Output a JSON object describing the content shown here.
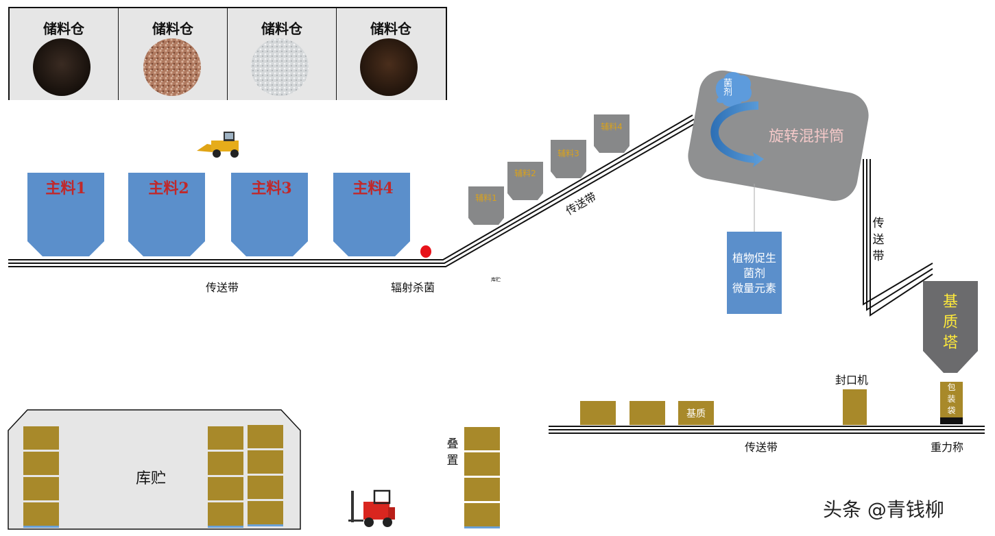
{
  "colors": {
    "blue_bin": "#5b8fcb",
    "gray_bin": "#878889",
    "drum": "#8f9091",
    "box": "#a8892a",
    "belt": "#111111",
    "red_label": "#c0282a",
    "aux_label": "#d9a21c",
    "tower_label": "#ffea3a",
    "sterilize_dot": "#e8121a"
  },
  "storage": {
    "label": "储料仓",
    "items": [
      {
        "name": "储料仓",
        "material": "black-soil-icon"
      },
      {
        "name": "储料仓",
        "material": "red-gravel-icon"
      },
      {
        "name": "储料仓",
        "material": "white-perlite-icon"
      },
      {
        "name": "储料仓",
        "material": "brown-peat-icon"
      }
    ]
  },
  "main_bins": [
    "主料1",
    "主料2",
    "主料3",
    "主料4"
  ],
  "aux_bins": [
    "辅料1",
    "辅料2",
    "辅料3",
    "辅料4"
  ],
  "labels": {
    "belt_main": "传送带",
    "sterilize": "辐射杀菌",
    "small_note": "库贮",
    "belt_incline": "传送带",
    "bacteria": "菌剂",
    "drum": "旋转混拌筒",
    "additives": [
      "植物促生",
      "菌剂",
      "微量元素"
    ],
    "belt_vertical": [
      "传",
      "送",
      "带"
    ],
    "tower": [
      "基",
      "质",
      "塔"
    ],
    "sealer": "封口机",
    "bag": [
      "包",
      "装",
      "袋"
    ],
    "belt_bottom": "传送带",
    "scale": "重力称",
    "substrate_box": "基质",
    "stack": [
      "叠",
      "置"
    ],
    "warehouse": "库贮",
    "watermark": "头条 @青钱柳"
  },
  "vehicles": {
    "loader": "wheel-loader-icon",
    "forklift": "forklift-icon"
  }
}
